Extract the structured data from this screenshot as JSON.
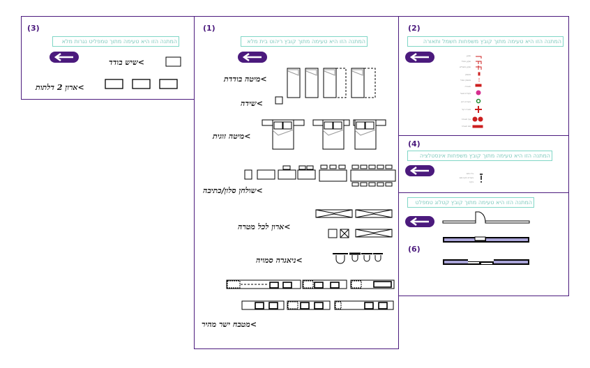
{
  "panels": {
    "p1": {
      "number": "(1)",
      "note": "המתנה הזו היא טעימה מתוך קובץ ריהוט בית מלא",
      "labels": {
        "single_bed": ">מיטה בודדת",
        "nightstand": ">שידה",
        "double_bed": ">מיטה זוגית",
        "dining_table": ">שולחן סלון/כתיבה",
        "wardrobe": ">ארון לכל מטרה",
        "toilet": ">ניאגרה סמויה",
        "kitchen": ">מטבח ישר מהיר"
      }
    },
    "p2": {
      "number": "(2)",
      "note": "המתנה הזו היא טעימה מתוך קובץ משפחות חשמל ותאורה",
      "legend": [
        "שקע",
        "שקע כפול",
        "שקע משולש",
        "מפסק",
        "מפסק כפול",
        "תאורה",
        "נקודת מאור",
        "נקודת ירוק",
        "מנורה קיר",
        "גוף תאורה",
        "פס תאורה"
      ]
    },
    "p3": {
      "number": "(3)",
      "note": "המתנה הזו היא טעימה מתוך טמפליט נגרות מלא",
      "labels": {
        "single_cabinet": ">שיש בודד",
        "two_door_cabinet": ">ארון 2 דלתות"
      }
    },
    "p4": {
      "number": "(4)",
      "note": "המתנה הזו היא טעימה מתוך קובץ משפחות אינסטלציה",
      "legend": [
        "ברז מים",
        "נקודת ניקוז מים",
        "ניקוז"
      ]
    },
    "p6": {
      "number": "(6)",
      "note": "המתנה הזו היא טעימה מתוך קובץ קטלוג טמפלט"
    }
  },
  "back_button": {
    "icon": "arrow-left-icon"
  },
  "colors": {
    "frame": "#4b1a7d",
    "note": "#7fd6c6",
    "wall": "#a9a4d8",
    "electric": "#cc1f1f",
    "magenta": "#d62e8f",
    "green": "#1f8a2e"
  }
}
